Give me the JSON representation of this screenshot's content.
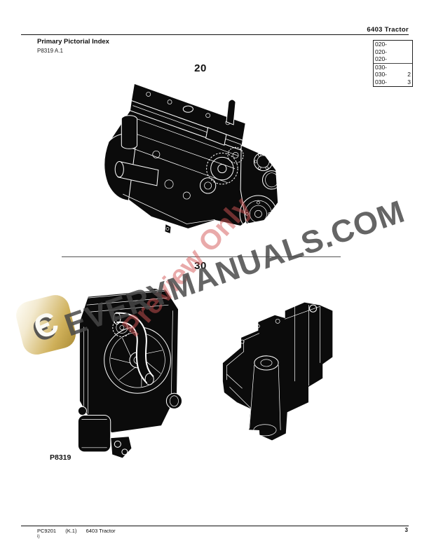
{
  "header": {
    "model": "6403 Tractor",
    "title": "Primary Pictorial Index",
    "figure_ref": "P8319 A.1"
  },
  "toc": {
    "rows": [
      {
        "code": "020-",
        "page": ""
      },
      {
        "code": "020-",
        "page": ""
      },
      {
        "code": "020-",
        "page": ""
      },
      {
        "code": "030-",
        "page": ""
      },
      {
        "code": "030-",
        "page": "2"
      },
      {
        "code": "030-",
        "page": "3"
      }
    ]
  },
  "sections": {
    "s20": {
      "label": "20",
      "illustration": "engine-assembly"
    },
    "s30": {
      "label": "30",
      "illustration": "radiator-and-engine-block",
      "caption": "P8319"
    }
  },
  "watermark": {
    "site": "EVERYMANUALS.COM",
    "preview": "Preview Only",
    "logo_glyph": "Є",
    "colors": {
      "logo_gold": "#A98A34",
      "logo_cream": "#FFFEF8",
      "site_gray": "#484848",
      "preview_red": "#D35555"
    }
  },
  "footer": {
    "catalog": "PC9201",
    "revision": "(K.1)",
    "model": "6403 Tractor",
    "page": "3",
    "note": "i)"
  }
}
